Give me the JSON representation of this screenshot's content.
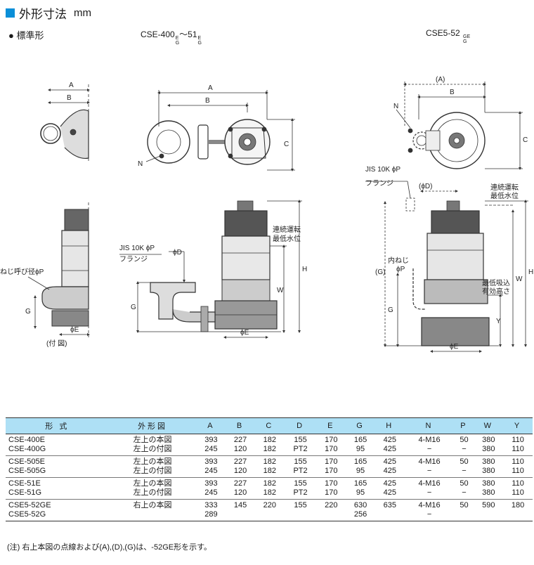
{
  "header": {
    "title": "外形寸法",
    "unit": "mm",
    "subtitle": "標準形",
    "model_range_prefix": "CSE-400",
    "model_range_sup": "E",
    "model_range_sub": "G",
    "model_range_mid": "〜51",
    "model_range_sup2": "E",
    "model_range_sub2": "G",
    "model2_prefix": "CSE5-52",
    "model2_sup": "GE",
    "model2_sub": "G"
  },
  "labels": {
    "A": "A",
    "B": "B",
    "C": "C",
    "N": "N",
    "H": "H",
    "W": "W",
    "G": "G",
    "Y": "Y",
    "phiE": "ϕE",
    "phiD": "ϕD",
    "paren_A": "(A)",
    "paren_D": "(ϕD)",
    "paren_G": "(G)",
    "jis": "JIS 10K ϕP",
    "flange": "フランジ",
    "continuous": "連続運転",
    "min_level": "最低水位",
    "thread_phiP": "ねじ呼び径ϕP",
    "appended_fig": "(付 図)",
    "inner_thread": "内ねじ",
    "phiP": "ϕP",
    "min_suction": "最低吸込",
    "effective_depth": "有効高さ"
  },
  "table": {
    "headers": [
      "形 式",
      "外形図",
      "A",
      "B",
      "C",
      "D",
      "E",
      "G",
      "H",
      "N",
      "P",
      "W",
      "Y"
    ],
    "groups": [
      {
        "models": [
          "CSE-400E",
          "CSE-400G"
        ],
        "figure": [
          "左上の本図",
          "左上の付図"
        ],
        "A": [
          "393",
          "245"
        ],
        "B": [
          "227",
          "120"
        ],
        "C": [
          "182",
          "182"
        ],
        "D": [
          "155",
          "PT2"
        ],
        "E": [
          "170",
          "170"
        ],
        "G": [
          "165",
          "95"
        ],
        "H": [
          "425",
          "425"
        ],
        "N": [
          "4-M16",
          "−"
        ],
        "P": [
          "50",
          "−"
        ],
        "W": [
          "380",
          "380"
        ],
        "Y": [
          "110",
          "110"
        ]
      },
      {
        "models": [
          "CSE-505E",
          "CSE-505G"
        ],
        "figure": [
          "左上の本図",
          "左上の付図"
        ],
        "A": [
          "393",
          "245"
        ],
        "B": [
          "227",
          "120"
        ],
        "C": [
          "182",
          "182"
        ],
        "D": [
          "155",
          "PT2"
        ],
        "E": [
          "170",
          "170"
        ],
        "G": [
          "165",
          "95"
        ],
        "H": [
          "425",
          "425"
        ],
        "N": [
          "4-M16",
          "−"
        ],
        "P": [
          "50",
          "−"
        ],
        "W": [
          "380",
          "380"
        ],
        "Y": [
          "110",
          "110"
        ]
      },
      {
        "models": [
          "CSE-51E",
          "CSE-51G"
        ],
        "figure": [
          "左上の本図",
          "左上の付図"
        ],
        "A": [
          "393",
          "245"
        ],
        "B": [
          "227",
          "120"
        ],
        "C": [
          "182",
          "182"
        ],
        "D": [
          "155",
          "PT2"
        ],
        "E": [
          "170",
          "170"
        ],
        "G": [
          "165",
          "95"
        ],
        "H": [
          "425",
          "425"
        ],
        "N": [
          "4-M16",
          "−"
        ],
        "P": [
          "50",
          "−"
        ],
        "W": [
          "380",
          "380"
        ],
        "Y": [
          "110",
          "110"
        ]
      },
      {
        "models": [
          "CSE5-52GE",
          "CSE5-52G"
        ],
        "figure": [
          "右上の本図",
          ""
        ],
        "A": [
          "333",
          "289"
        ],
        "B": [
          "145",
          ""
        ],
        "C": [
          "220",
          ""
        ],
        "D": [
          "155",
          ""
        ],
        "E": [
          "220",
          ""
        ],
        "G": [
          "630",
          "256"
        ],
        "H": [
          "635",
          ""
        ],
        "N": [
          "4-M16",
          "−"
        ],
        "P": [
          "50",
          ""
        ],
        "W": [
          "590",
          ""
        ],
        "Y": [
          "180",
          ""
        ]
      }
    ]
  },
  "note": "(注) 右上本図の点線および(A),(D),(G)は、-52GE形を示す。",
  "colors": {
    "accent": "#0a8fd8",
    "table_header": "#aee0f5",
    "pump_body": "#555555"
  }
}
